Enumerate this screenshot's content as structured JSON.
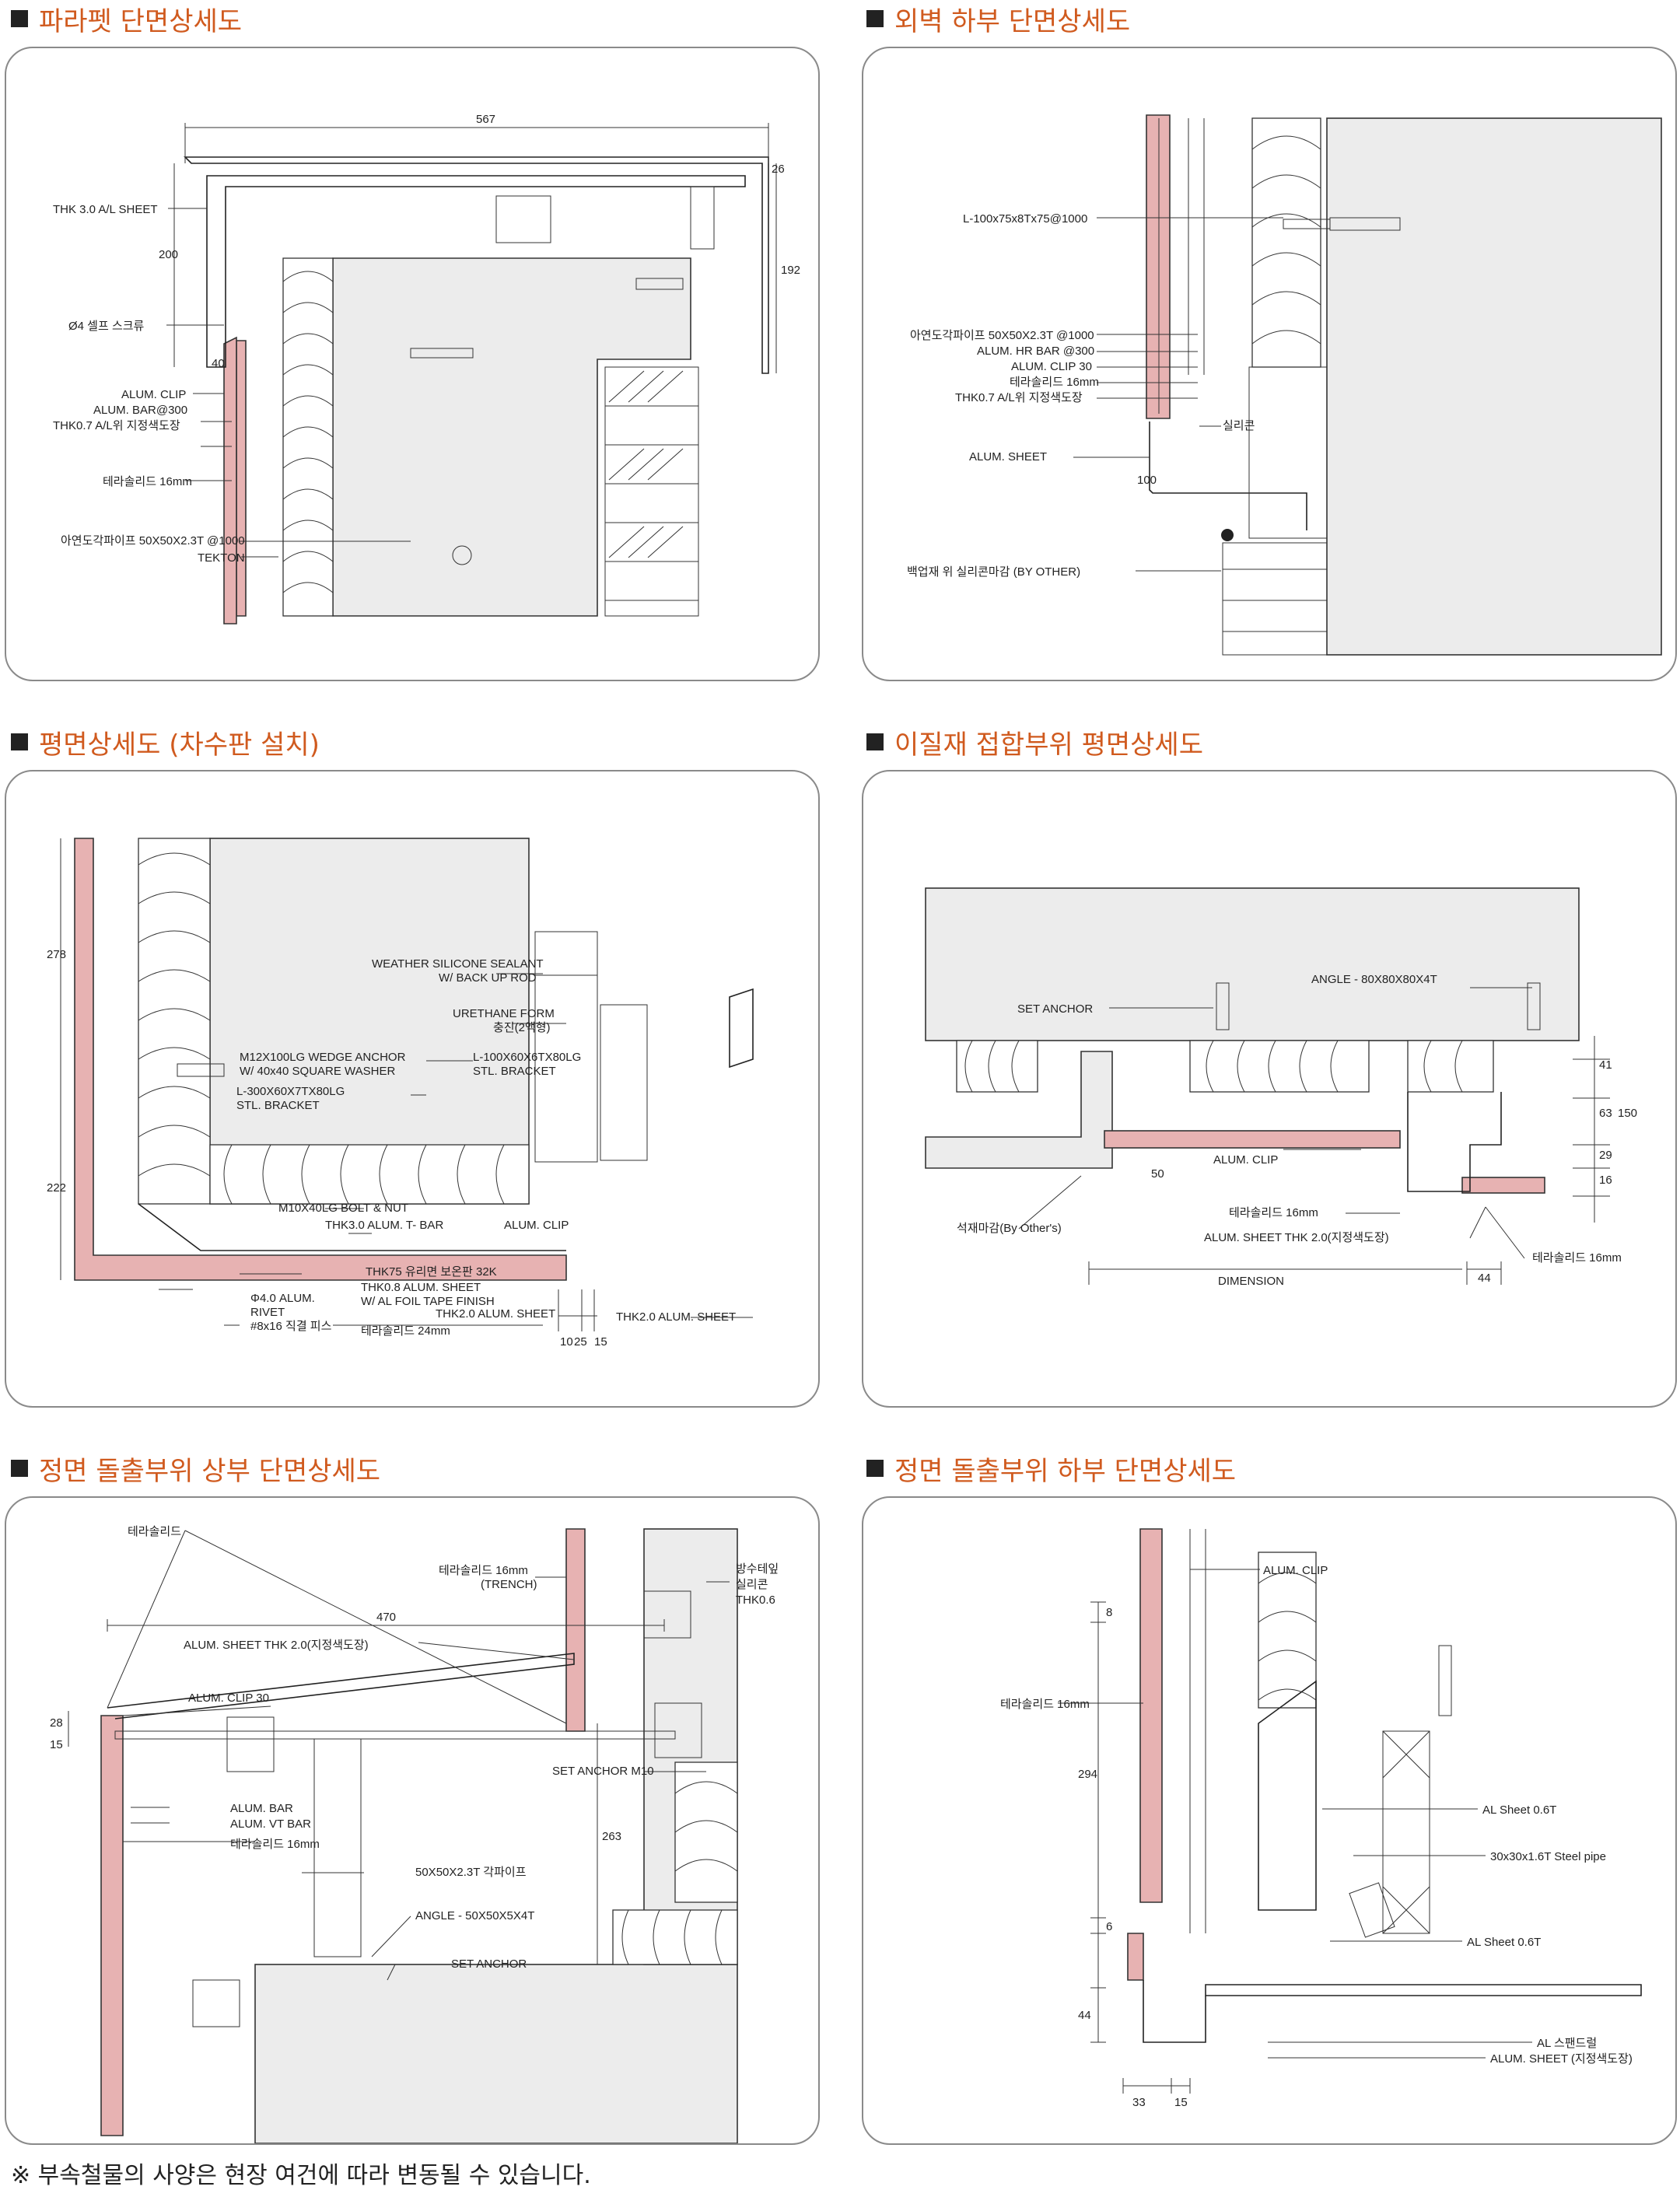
{
  "accent_color": "#d05a1e",
  "terracotta_color": "#e7b2b2",
  "panels": [
    {
      "title": "파라펫 단면상세도",
      "labels": [
        "THK 3.0 A/L SHEET",
        "Ø4 셀프 스크류",
        "ALUM. CLIP",
        "ALUM. BAR@300",
        "THK0.7 A/L위 지정색도장",
        "테라솔리드 16mm",
        "아연도각파이프 50X50X2.3T @1000",
        "TEKTON"
      ],
      "dims": [
        "567",
        "26",
        "200",
        "192",
        "40"
      ]
    },
    {
      "title": "외벽 하부 단면상세도",
      "labels": [
        "L-100x75x8Tx75@1000",
        "아연도각파이프 50X50X2.3T @1000",
        "ALUM. HR BAR @300",
        "ALUM. CLIP 30",
        "테라솔리드 16mm",
        "THK0.7 A/L위 지정색도장",
        "실리콘",
        "ALUM. SHEET",
        "백업재 위 실리콘마감 (BY OTHER)"
      ],
      "dims": [
        "100"
      ]
    },
    {
      "title": "평면상세도 (차수판 설치)",
      "labels": [
        "WEATHER SILICONE SEALANT",
        "W/ BACK UP ROD",
        "URETHANE FORM",
        "충진(2액형)",
        "M12X100LG WEDGE ANCHOR",
        "W/ 40x40 SQUARE  WASHER",
        "L-100X60X6TX80LG",
        "STL. BRACKET",
        "L-300X60X7TX80LG",
        "STL. BRACKET",
        "M10X40LG BOLT & NUT",
        "THK3.0 ALUM. T- BAR",
        "ALUM. CLIP",
        "THK75 유리면 보온판 32K",
        "Φ4.0 ALUM.",
        "RIVET",
        "THK0.8 ALUM. SHEET",
        "W/ AL FOIL TAPE FINISH",
        "THK2.0 ALUM. SHEET",
        "THK2.0 ALUM. SHEET",
        "#8x16 직결 피스",
        "테라솔리드 24mm"
      ],
      "dims": [
        "278",
        "222",
        "10",
        "25",
        "15"
      ]
    },
    {
      "title": "이질재 접합부위 평면상세도",
      "labels": [
        "SET ANCHOR",
        "ANGLE - 80X80X80X4T",
        "ALUM. CLIP",
        "테라솔리드 16mm",
        "ALUM. SHEET THK 2.0(지정색도장)",
        "석재마감(By Other's)",
        "테라솔리드 16mm",
        "DIMENSION"
      ],
      "dims": [
        "41",
        "63",
        "150",
        "29",
        "16",
        "50",
        "44"
      ]
    },
    {
      "title": "정면 돌출부위 상부 단면상세도",
      "labels": [
        "테라솔리드",
        "테라솔리드 16mm",
        "(TRENCH)",
        "방수테잎",
        "실리콘",
        "THK0.6",
        "ALUM. SHEET THK 2.0(지정색도장)",
        "ALUM. CLIP 30",
        "SET ANCHOR M10",
        "ALUM. BAR",
        "ALUM. VT BAR",
        "테라솔리드 16mm",
        "50X50X2.3T 각파이프",
        "ANGLE - 50X50X5X4T",
        "SET ANCHOR"
      ],
      "dims": [
        "470",
        "28",
        "15",
        "263"
      ]
    },
    {
      "title": "정면 돌출부위 하부 단면상세도",
      "labels": [
        "ALUM. CLIP",
        "테라솔리드 16mm",
        "AL  Sheet  0.6T",
        "30x30x1.6T Steel pipe",
        "AL  Sheet  0.6T",
        "AL 스팬드럴",
        "ALUM. SHEET (지정색도장)"
      ],
      "dims": [
        "8",
        "294",
        "6",
        "44",
        "33",
        "15"
      ]
    }
  ],
  "footer": "※ 부속철물의 사양은 현장 여건에 따라 변동될 수 있습니다."
}
